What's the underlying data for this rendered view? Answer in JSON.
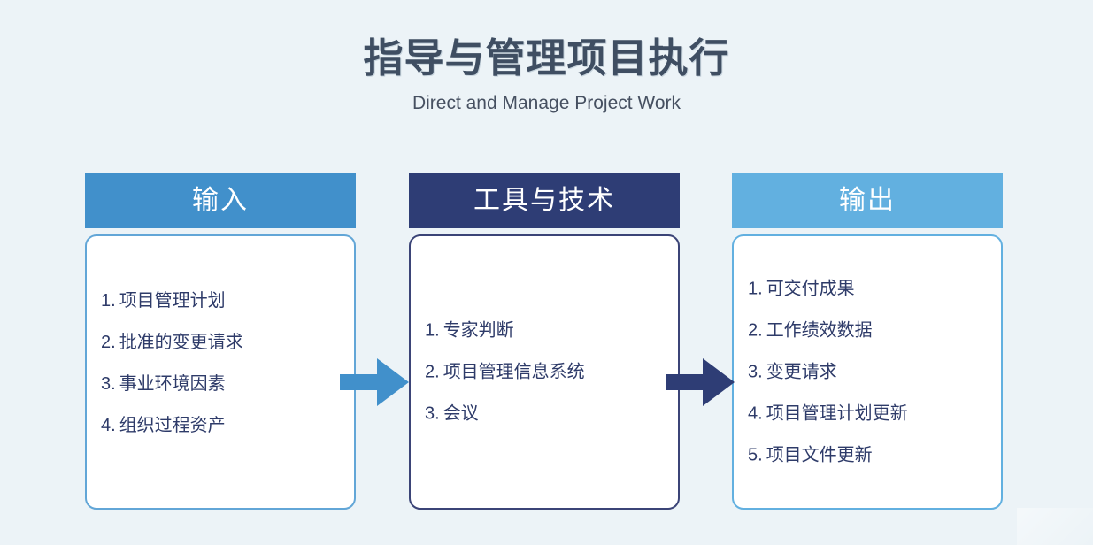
{
  "title": {
    "main": "指导与管理项目执行",
    "sub": "Direct and Manage Project Work"
  },
  "colors": {
    "background": "#ecf3f7",
    "input_header": "#4190cb",
    "tools_header": "#2e3d75",
    "output_header": "#62b0e0",
    "input_border": "#62a6d7",
    "tools_border": "#3b4477",
    "output_border": "#62b0e0",
    "arrow_1": "#4190cb",
    "arrow_2": "#2e3d75",
    "list_text": "#2e3b69",
    "title_text": "#3f4e62"
  },
  "columns": [
    {
      "key": "input",
      "header": "输入",
      "items": [
        {
          "num": "1.",
          "label": "项目管理计划"
        },
        {
          "num": "2.",
          "label": "批准的变更请求"
        },
        {
          "num": "3.",
          "label": "事业环境因素"
        },
        {
          "num": "4.",
          "label": "组织过程资产"
        }
      ]
    },
    {
      "key": "tools",
      "header": "工具与技术",
      "items": [
        {
          "num": "1.",
          "label": "专家判断"
        },
        {
          "num": "2.",
          "label": "项目管理信息系统"
        },
        {
          "num": "3.",
          "label": "会议"
        }
      ]
    },
    {
      "key": "output",
      "header": "输出",
      "items": [
        {
          "num": "1.",
          "label": "可交付成果"
        },
        {
          "num": "2.",
          "label": "工作绩效数据"
        },
        {
          "num": "3.",
          "label": "变更请求"
        },
        {
          "num": "4.",
          "label": "项目管理计划更新"
        },
        {
          "num": "5.",
          "label": "项目文件更新"
        }
      ]
    }
  ],
  "arrows": [
    {
      "key": "input-to-tools",
      "direction": "right"
    },
    {
      "key": "tools-to-output",
      "direction": "right"
    }
  ]
}
